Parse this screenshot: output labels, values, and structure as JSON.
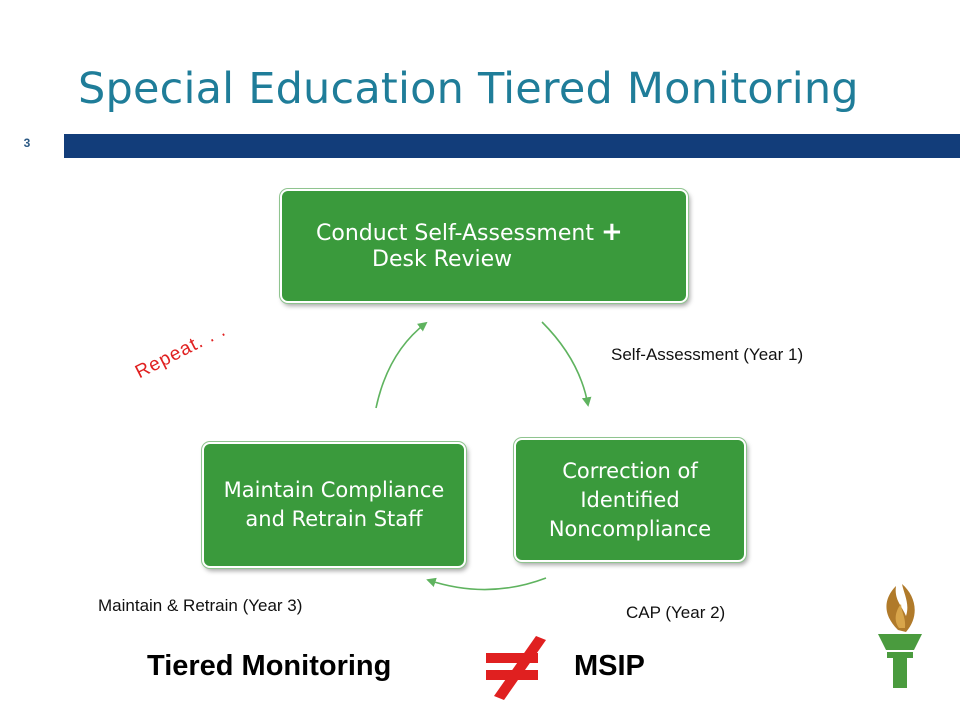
{
  "slide": {
    "title": "Special Education Tiered Monitoring",
    "slide_number": "3"
  },
  "cycle": {
    "step1_line1": "Conduct Self-Assessment",
    "step1_plus": "+",
    "step1_line2": "Desk Review",
    "step2": "Correction of Identified Noncompliance",
    "step3": "Maintain Compliance and Retrain Staff",
    "label_year1": "Self-Assessment (Year 1)",
    "label_year2": "CAP (Year 2)",
    "label_year3": "Maintain & Retrain (Year 3)",
    "repeat_label": "Repeat. . ."
  },
  "comparison": {
    "left_term": "Tiered Monitoring",
    "right_term": "MSIP",
    "relation_icon": "not-equal-icon"
  },
  "logo": {
    "icon": "torch-icon"
  },
  "colors": {
    "title": "#1f7d99",
    "title_bar": "#123d7a",
    "box_fill": "#3a9a3c",
    "arrow": "#5fb35f",
    "repeat": "#e02020",
    "not_equal": "#e02020",
    "torch_green": "#4a9b3e",
    "torch_flame": "#b07a2a"
  }
}
